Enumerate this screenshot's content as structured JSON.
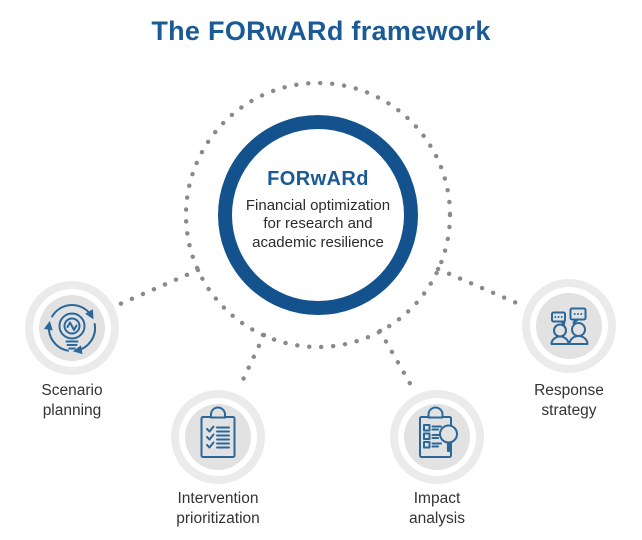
{
  "title": "The FORwARd framework",
  "center": {
    "name": "FORwARd",
    "desc_line1": "Financial optimization",
    "desc_line2": "for research and",
    "desc_line3": "academic resilience"
  },
  "nodes": [
    {
      "id": "scenario-planning",
      "icon": "lightbulb-cycle-icon",
      "label_line1": "Scenario",
      "label_line2": "planning"
    },
    {
      "id": "intervention-prioritization",
      "icon": "checklist-clipboard-icon",
      "label_line1": "Intervention",
      "label_line2": "prioritization"
    },
    {
      "id": "impact-analysis",
      "icon": "clipboard-magnifier-icon",
      "label_line1": "Impact",
      "label_line2": "analysis"
    },
    {
      "id": "response-strategy",
      "icon": "people-chat-icon",
      "label_line1": "Response",
      "label_line2": "strategy"
    }
  ],
  "colors": {
    "title_blue": "#1a5a96",
    "ring_blue": "#14528d",
    "icon_blue": "#2b6899",
    "dot_gray": "#8a8a8a",
    "disc_outer_gray": "#ebebeb",
    "disc_inner_gray": "#e2e2e2",
    "body_text": "#2b2b2b"
  }
}
